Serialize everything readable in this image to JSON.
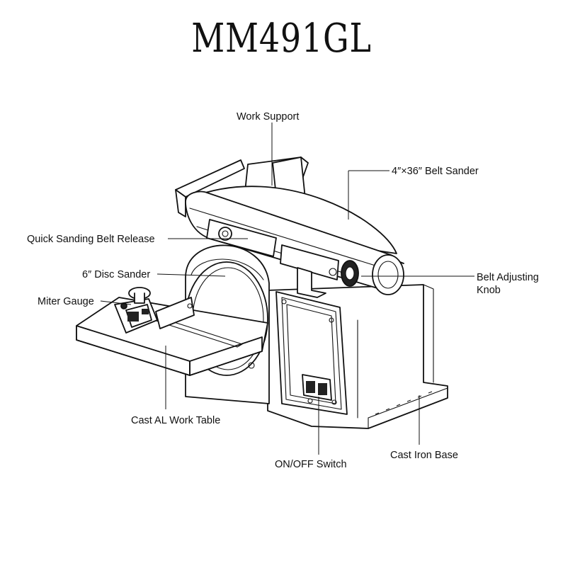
{
  "title": "MM491GL",
  "labels": {
    "work_support": "Work Support",
    "belt_sander": "4″×36″ Belt Sander",
    "belt_release": "Quick Sanding Belt Release",
    "disc_sander": "6″ Disc Sander",
    "miter_gauge": "Miter Gauge",
    "belt_adjusting_line1": "Belt Adjusting",
    "belt_adjusting_line2": "Knob",
    "work_table": "Cast AL Work Table",
    "on_off_switch": "ON/OFF Switch",
    "cast_iron_base": "Cast Iron Base"
  }
}
